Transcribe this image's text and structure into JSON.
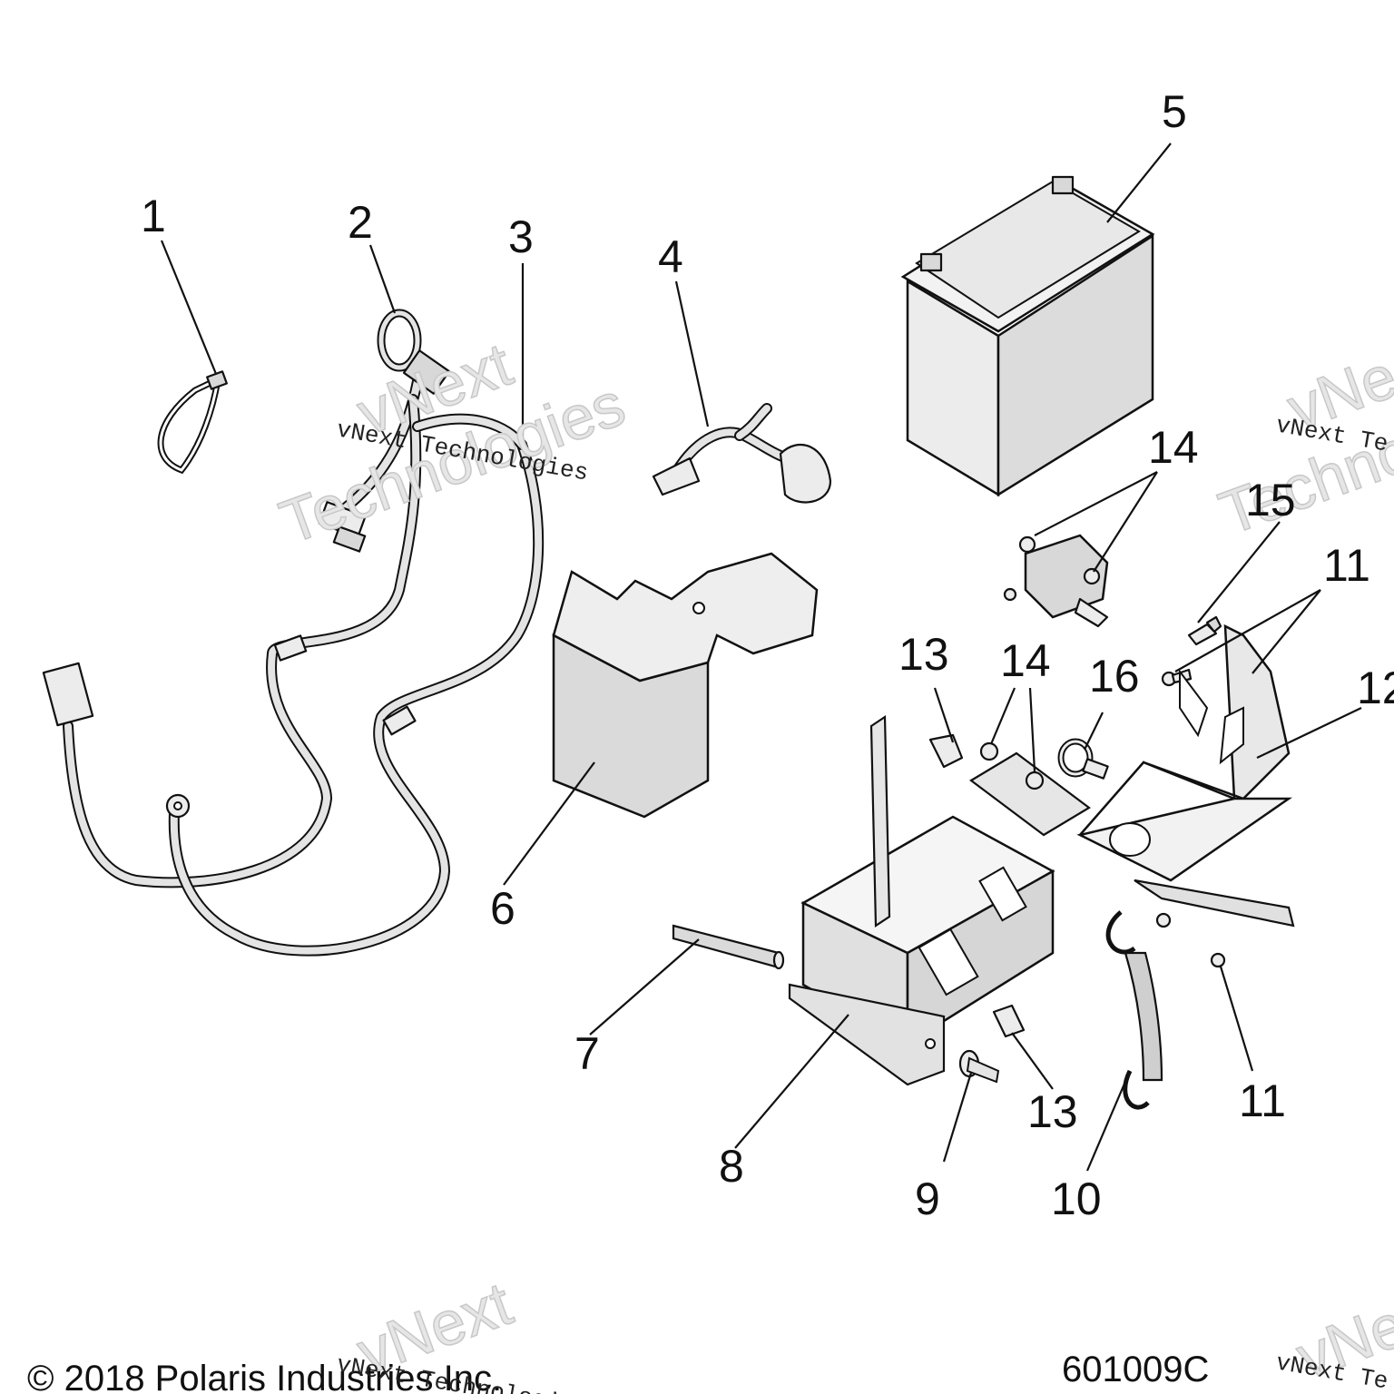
{
  "callouts": {
    "c1": "1",
    "c2": "2",
    "c3": "3",
    "c4": "4",
    "c5": "5",
    "c6": "6",
    "c7": "7",
    "c8": "8",
    "c9": "9",
    "c10": "10",
    "c11a": "11",
    "c11b": "11",
    "c12": "12",
    "c13a": "13",
    "c13b": "13",
    "c14a": "14",
    "c14b": "14",
    "c15": "15",
    "c16": "16"
  },
  "watermark": {
    "brand_line1": "vNext",
    "brand_line2": "Technologies",
    "caption": "vNext Technologies",
    "caption_partial": "vNext Te",
    "brand_partial1": "vNe",
    "brand_partial2": "Technolo"
  },
  "footer": {
    "copyright": "© 2018 Polaris Industries Inc.",
    "drawing_number": "601009C"
  }
}
